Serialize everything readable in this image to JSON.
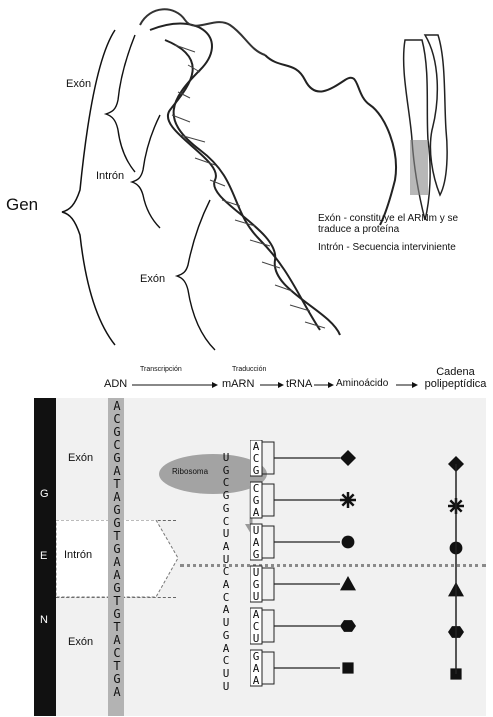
{
  "top": {
    "gen": "Gen",
    "exon_top": "Exón",
    "intron": "Intrón",
    "exon_bottom": "Exón",
    "legend_exon": "Exón - constituye el ARNm y se traduce a proteína",
    "legend_intron": "Intrón - Secuencia interviniente"
  },
  "flow": {
    "adn": "ADN",
    "transcripcion": "Transcripción",
    "marn": "mARN",
    "traduccion": "Traducción",
    "trna": "tRNA",
    "aminoacido": "Aminoácido",
    "cadena": "Cadena polipeptídica"
  },
  "bottom": {
    "side_letters": [
      "G",
      "E",
      "N"
    ],
    "exon1": "Exón",
    "intron": "Intrón",
    "exon2": "Exón",
    "ribosoma": "Ribosoma",
    "dna_sequence": [
      "A",
      "C",
      "G",
      "C",
      "G",
      "A",
      "T",
      "A",
      "G",
      "G",
      "T",
      "G",
      "A",
      "A",
      "G",
      "T",
      "G",
      "T",
      "A",
      "C",
      "T",
      "G",
      "A"
    ],
    "mrna_sequence": [
      "U",
      "G",
      "C",
      "G",
      "G",
      "C",
      "U",
      "A",
      "U",
      "C",
      "A",
      "C",
      "A",
      "U",
      "G",
      "A",
      "C",
      "U",
      "U"
    ],
    "trna_anticodons": [
      [
        "A",
        "C",
        "G"
      ],
      [
        "C",
        "G",
        "A"
      ],
      [
        "U",
        "A",
        "G"
      ],
      [
        "U",
        "G",
        "U"
      ],
      [
        "A",
        "C",
        "U"
      ],
      [
        "G",
        "A",
        "A"
      ]
    ],
    "amino_shapes": [
      "diamond",
      "star",
      "circle",
      "triangle",
      "hexagon",
      "square"
    ]
  }
}
